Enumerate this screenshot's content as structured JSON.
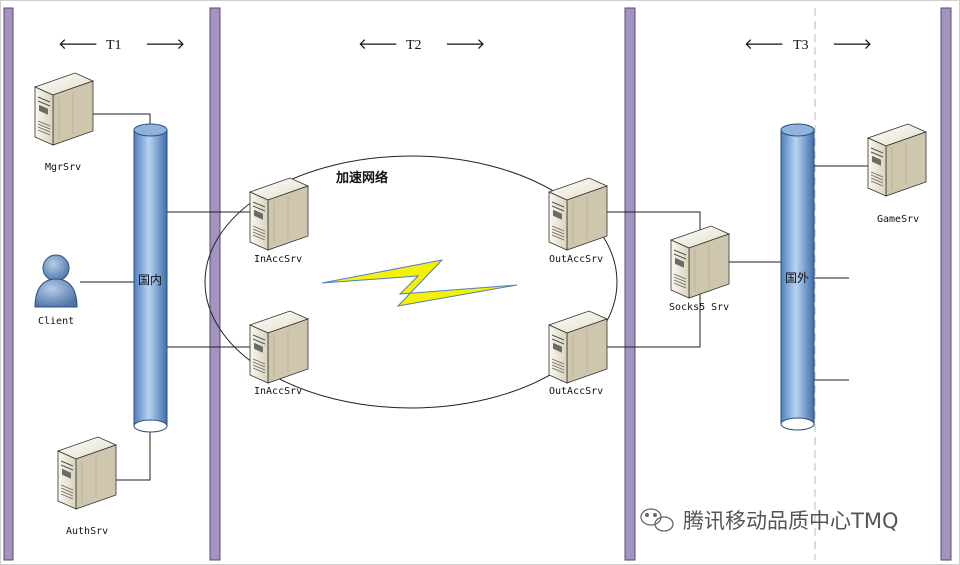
{
  "zones": {
    "left_label": "T1",
    "middle_label": "T2",
    "right_label": "T3"
  },
  "network_label": "加速网络",
  "pipes": {
    "domestic_label": "国内",
    "overseas_label": "国外"
  },
  "nodes": {
    "mgrsrv": "MgrSrv",
    "client": "Client",
    "authsrv": "AuthSrv",
    "inacc_top": "InAccSrv",
    "inacc_bottom": "InAccSrv",
    "outacc_top": "OutAccSrv",
    "outacc_bottom": "OutAccSrv",
    "socks5": "Socks5 Srv",
    "gamesrv": "GameSrv"
  },
  "watermark": "腾讯移动品质中心TMQ",
  "colors": {
    "divider": "#a593bf",
    "pipe": "#7aa6d8",
    "lightning": "#f4f00a"
  }
}
